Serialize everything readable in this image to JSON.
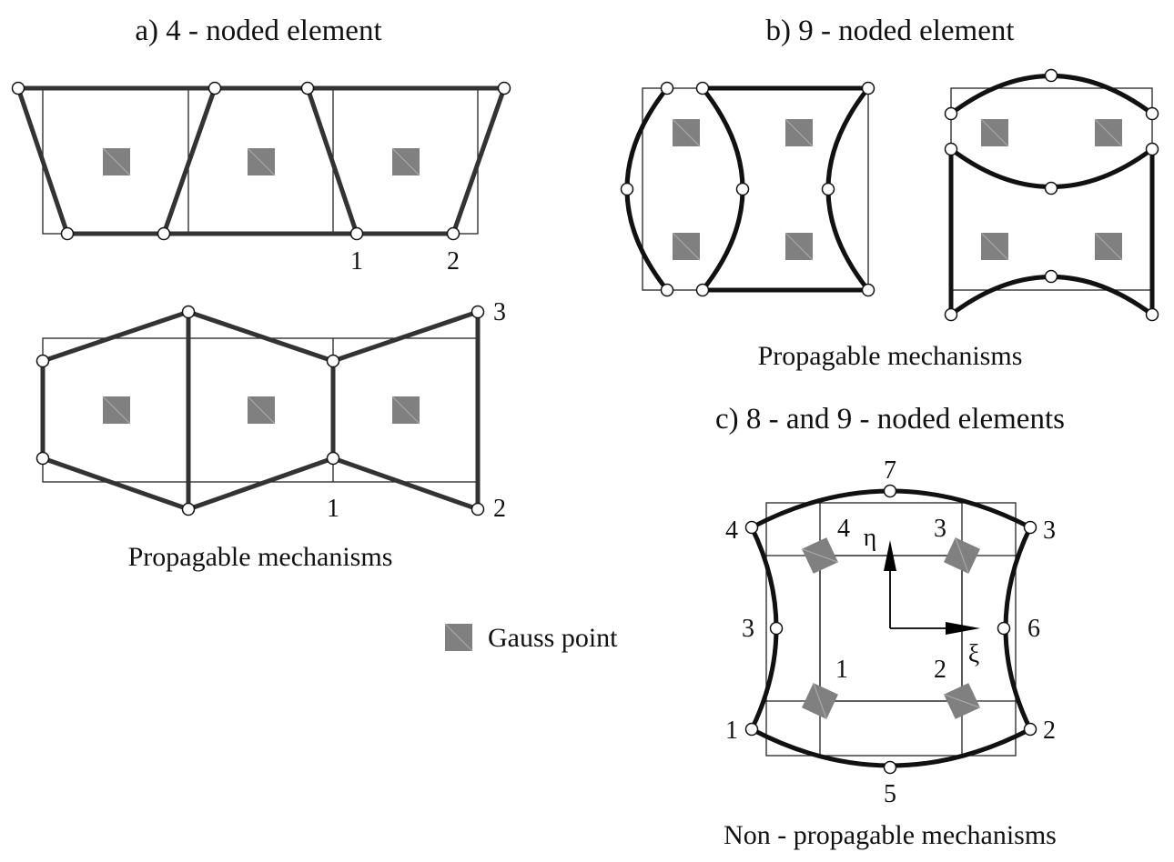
{
  "panel_a": {
    "title": "a) 4 - noded element",
    "top_labels": [
      "1",
      "2"
    ],
    "bottom_labels": [
      "3",
      "1",
      "2"
    ],
    "caption": "Propagable mechanisms"
  },
  "panel_b": {
    "title": "b) 9 - noded element",
    "caption": "Propagable mechanisms"
  },
  "panel_c": {
    "title": "c) 8 - and 9 - noded elements",
    "node_labels": [
      "7",
      "4",
      "3",
      "3",
      "6",
      "1",
      "2",
      "5"
    ],
    "gauss_labels": [
      "4",
      "3",
      "1",
      "2"
    ],
    "axis_eta": "η",
    "axis_xi": "ξ",
    "caption": "Non - propagable mechanisms"
  },
  "legend": {
    "label": "Gauss point",
    "icon": "gauss-point-square",
    "color": "#808080"
  }
}
